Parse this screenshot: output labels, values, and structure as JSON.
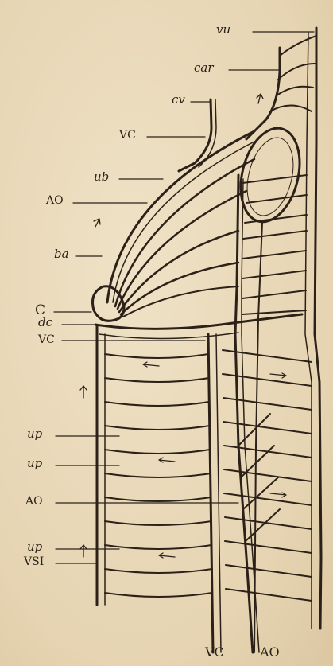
{
  "figure": {
    "labels": {
      "vu": "vu",
      "car": "car",
      "cv": "cv",
      "vc_top": "VC",
      "ub": "ub",
      "ao_top": "AO",
      "ba": "ba",
      "c": "C",
      "dc": "dc",
      "vc_mid": "VC",
      "up1": "up",
      "up2": "up",
      "ao_mid": "AO",
      "up3": "up",
      "vsi": "VSI",
      "vc_bottom": "VC",
      "ao_bottom": "AO"
    }
  }
}
